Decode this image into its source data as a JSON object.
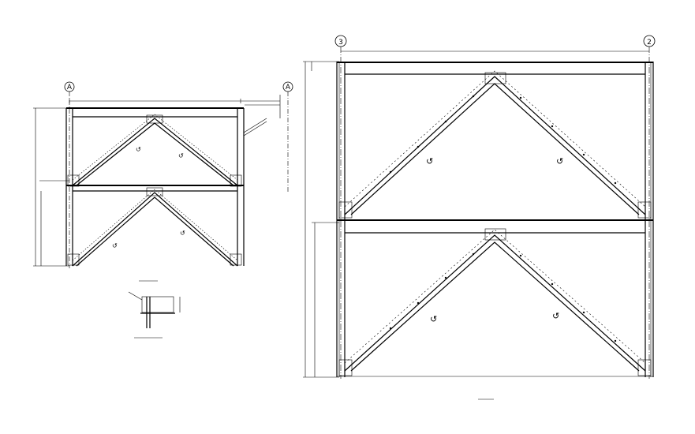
{
  "drawing": {
    "left_frame": {
      "grid_labels": [
        "A",
        "A"
      ],
      "elevation_labels": [],
      "view_title": "",
      "section_title": "",
      "section_subtitle": ""
    },
    "right_frame": {
      "grid_labels": [
        "3",
        "2"
      ],
      "beam_labels": [],
      "view_title": ""
    }
  }
}
